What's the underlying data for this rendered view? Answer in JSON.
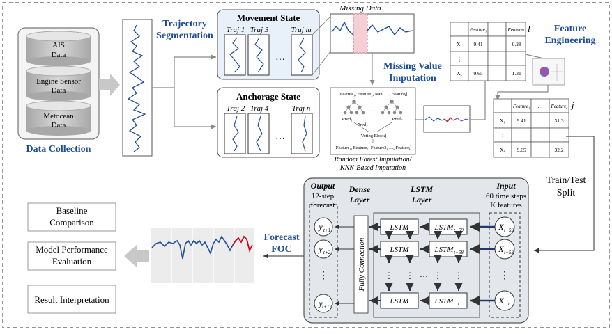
{
  "data_collection": {
    "sources": [
      {
        "line1": "AIS",
        "line2": "Data"
      },
      {
        "line1": "Engine Sensor",
        "line2": "Data"
      },
      {
        "line1": "Metocean",
        "line2": "Data"
      }
    ],
    "label": "Data Collection"
  },
  "segmentation": {
    "line1": "Trajectory",
    "line2": "Segmentation"
  },
  "movement": {
    "title": "Movement State",
    "t1": "Traj 1",
    "t2": "Traj 3",
    "tm": "Traj m",
    "dots": "…"
  },
  "anchorage": {
    "title": "Anchorage State",
    "t1": "Traj 2",
    "t2": "Traj 4",
    "tn": "Traj n",
    "dots": "…"
  },
  "missing": {
    "label": "Missing Data",
    "title1": "Missing Value",
    "title2": "Imputation"
  },
  "rf": {
    "feat_top": "[Feature₁, Feature₂, Nan, …, Featureⱼ]",
    "pred1": "Pred₁",
    "pred2": "Pred₂",
    "predk": "Predₖ",
    "dots": "…",
    "voting": "[Voting Block]",
    "feat_bottom": "[Feature₁, Feature₂, Feature3, …, Featureⱼ]",
    "cap1": "Random Forest Imputation/",
    "cap2": "KNN-Based Imputation"
  },
  "table_l": {
    "header": [
      "Feature₁",
      "…",
      "Featureₗ"
    ],
    "rows": [
      [
        "X₁",
        "9.41",
        "",
        "-0.28"
      ],
      [
        "⋮",
        "",
        "",
        ""
      ],
      [
        "Xₓ",
        "9.65",
        "",
        "-1.31"
      ]
    ],
    "dim": "l"
  },
  "feature_eng": {
    "line1": "Feature",
    "line2": "Engineering"
  },
  "table_j": {
    "header": [
      "Feature₁",
      "…",
      "Featureⱼ"
    ],
    "rows": [
      [
        "X₁",
        "9.41",
        "",
        "31.3"
      ],
      [
        "⋮",
        "",
        "",
        ""
      ],
      [
        "Xₓ",
        "9.65",
        "",
        "32.2"
      ]
    ],
    "dim": "j"
  },
  "split": {
    "line1": "Train/Test",
    "line2": "Split"
  },
  "model": {
    "output_title": "Output",
    "output_l1": "12-step",
    "output_l2": "forecast",
    "dense_l1": "Dense",
    "dense_l2": "Layer",
    "lstm_l1": "LSTM",
    "lstm_l2": "Layer",
    "input_title": "Input",
    "input_l1": "60 time steps",
    "input_l2": "K features",
    "fc": "Fully Connection",
    "y": [
      "y",
      "y",
      "y"
    ],
    "y_sub": [
      "t+1",
      "t+2",
      "t+12"
    ],
    "x": [
      "X",
      "X",
      "X"
    ],
    "x_sub": [
      "t−59",
      "t−58",
      "t"
    ],
    "lstm_left": [
      "LSTM",
      "LSTM",
      "LSTM"
    ],
    "lstm_right": [
      "LSTM",
      "LSTM",
      "LSTM"
    ],
    "lstm_right_sub": [
      "t−59",
      "t−58",
      "t"
    ],
    "vdots": "⋮",
    "hdots": "…"
  },
  "forecast": {
    "line1": "Forecast",
    "line2": "FOC"
  },
  "results": [
    "Baseline Comparison",
    "Model Performance Evaluation",
    "Result Interpretation"
  ],
  "colors": {
    "blue": "#1f4e9a",
    "red": "#d0021b",
    "state_bg": "#e8f0fa",
    "cyl": "#c8c8c8"
  }
}
